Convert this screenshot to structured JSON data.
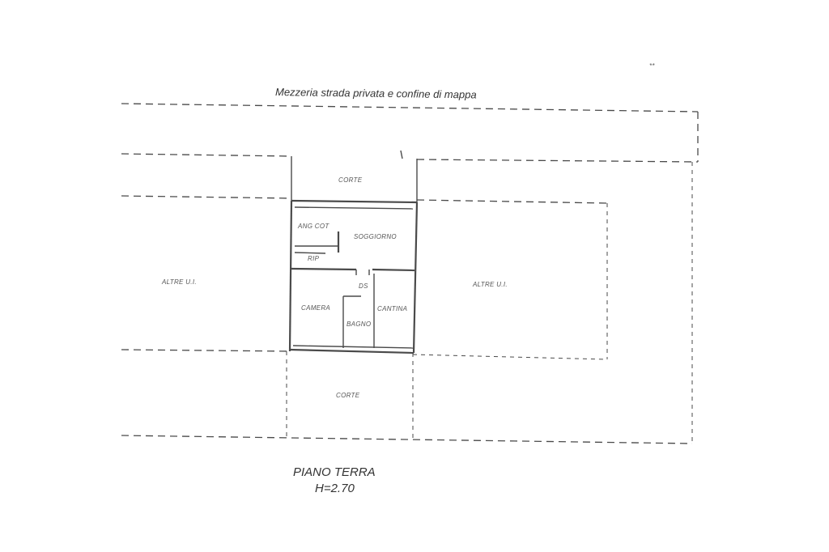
{
  "diagram": {
    "road_label": "Mezzeria strada privata e confine di mappa",
    "page_mark": "**",
    "floor": {
      "name": "PIANO TERRA",
      "height": "H=2.70"
    },
    "rooms": {
      "corte_top": "CORTE",
      "ang_cot": "ANG COT",
      "soggiorno": "SOGGIORNO",
      "rip": "RIP",
      "ds": "DS",
      "camera": "CAMERA",
      "cantina": "CANTINA",
      "bagno": "BAGNO",
      "corte_bottom": "CORTE",
      "altre_left": "ALTRE U.I.",
      "altre_right": "ALTRE U.I."
    }
  }
}
